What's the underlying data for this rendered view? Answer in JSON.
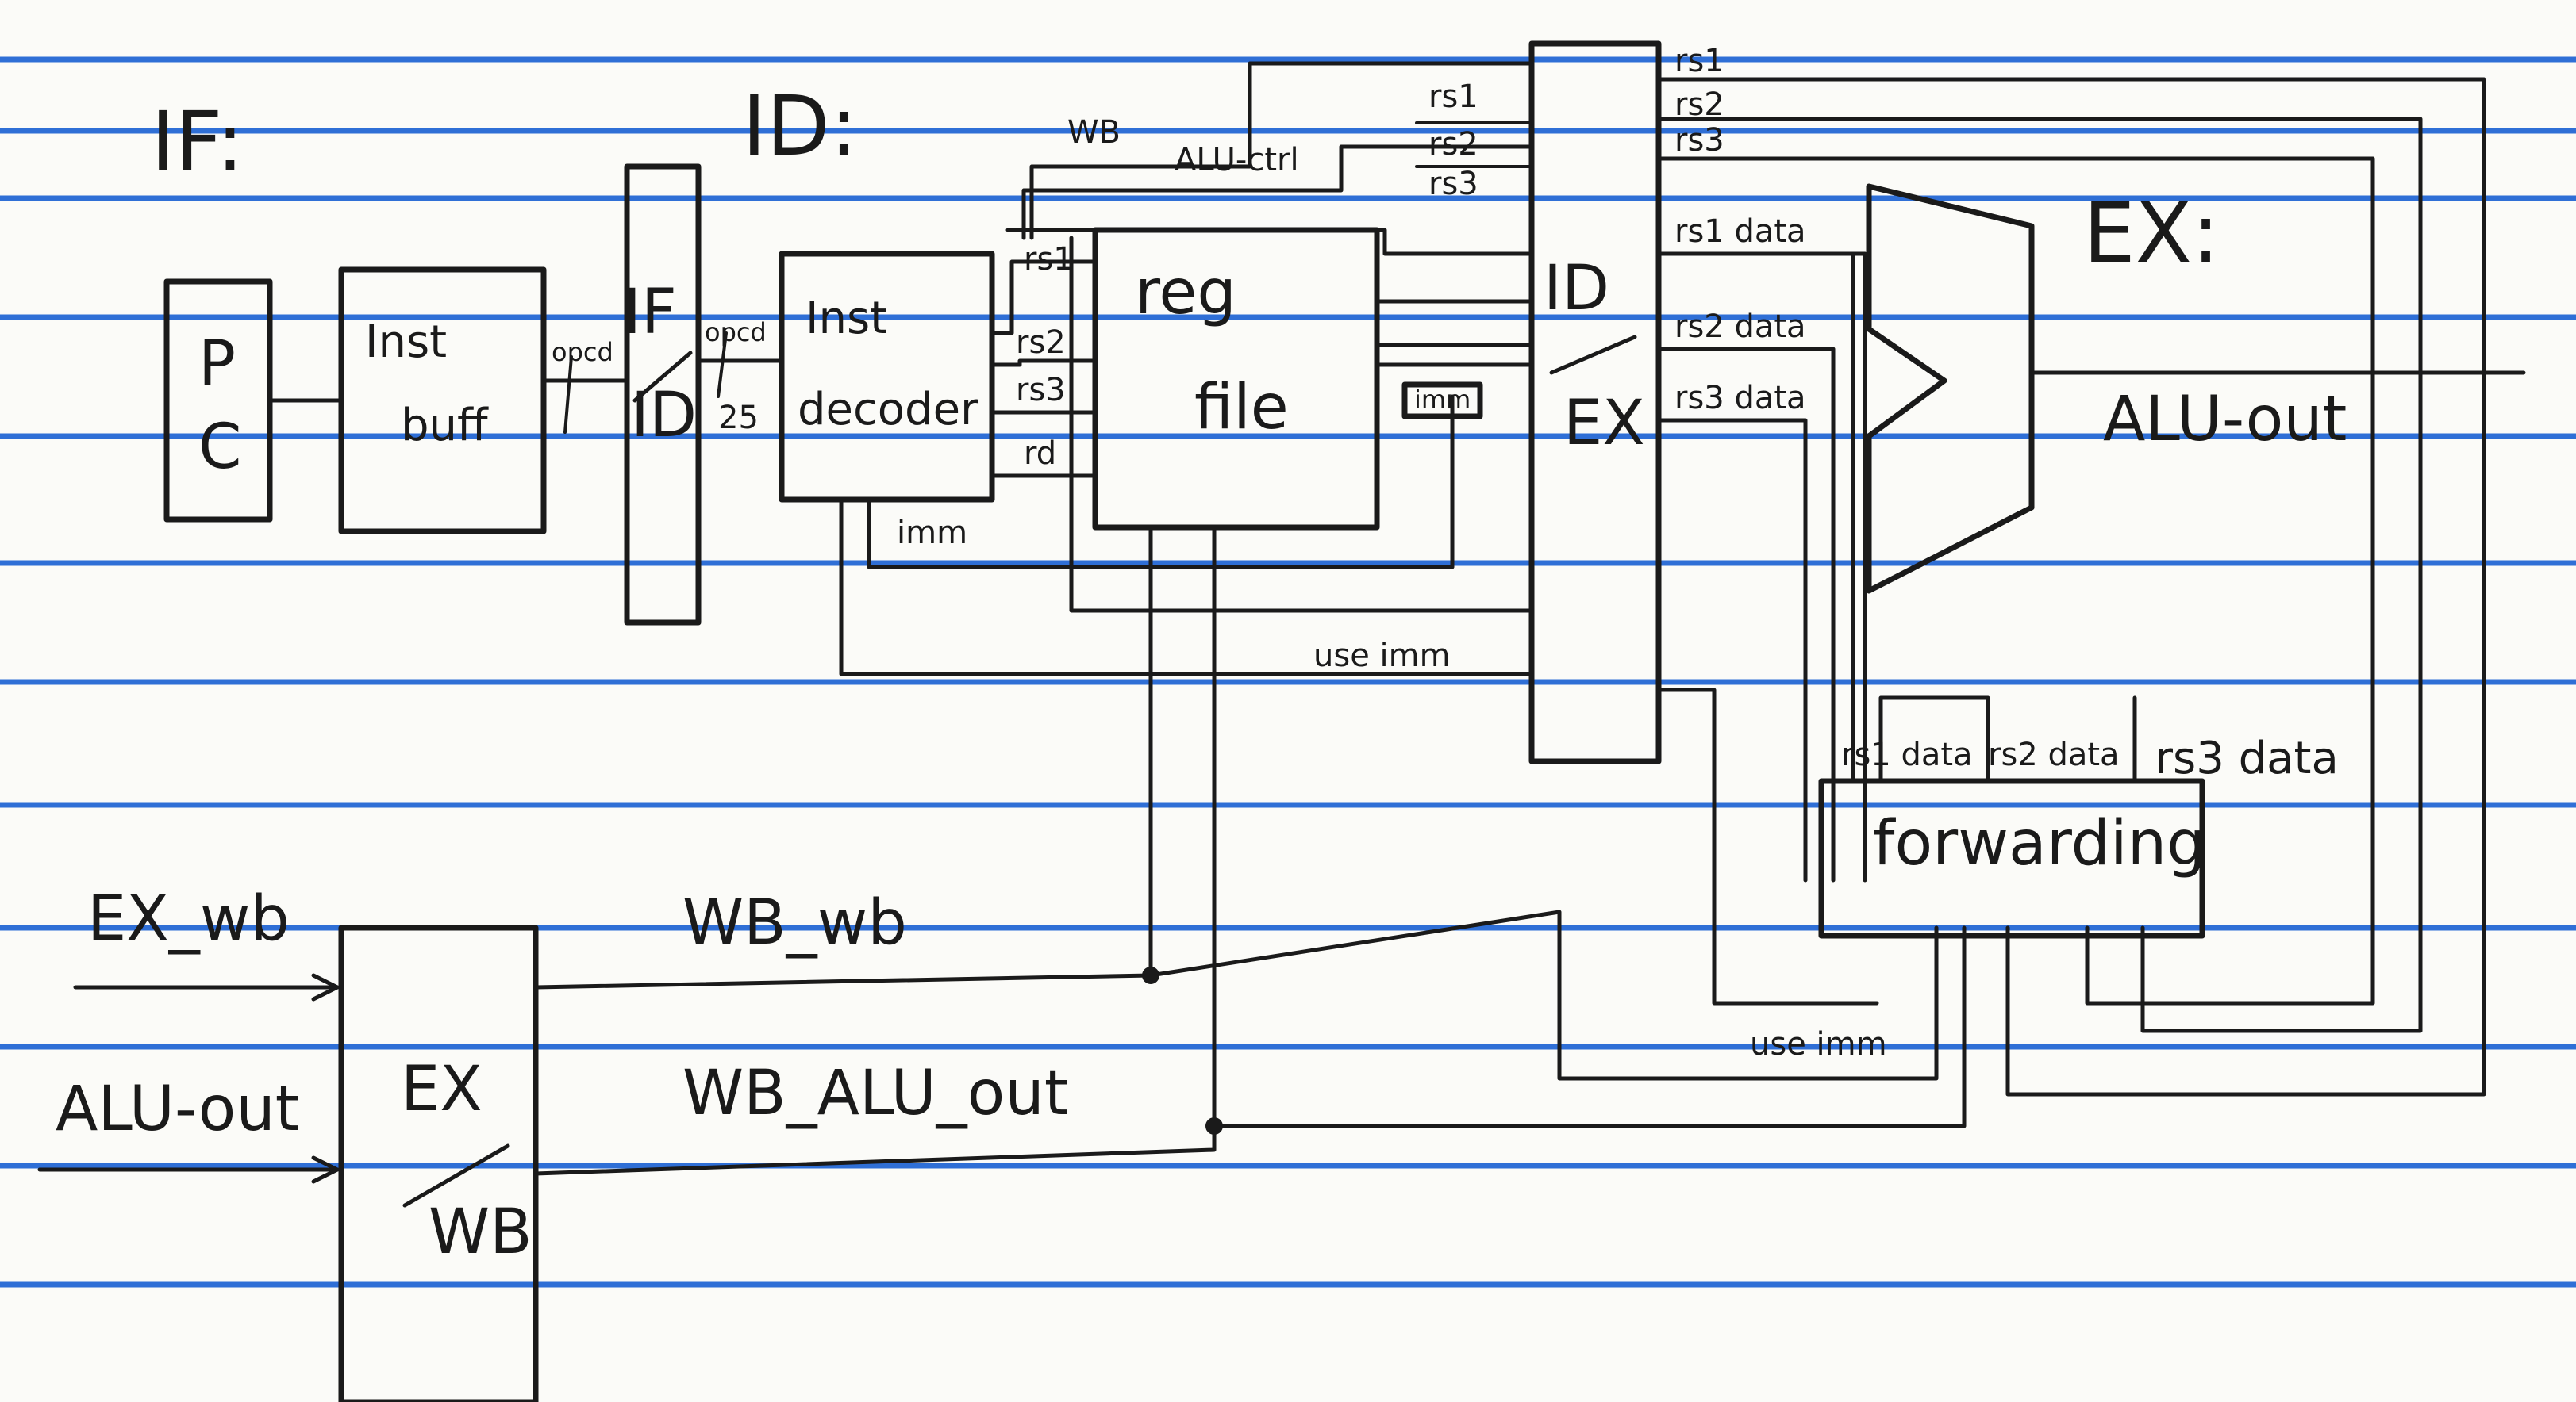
{
  "stages": {
    "if": "IF:",
    "id": "ID:",
    "ex": "EX:"
  },
  "blocks": {
    "pc_top": "P",
    "pc_bottom": "C",
    "inst_buff_top": "Inst",
    "inst_buff_bottom": "buff",
    "if_id_top": "IF",
    "if_id_bottom": "ID",
    "inst_decoder_top": "Inst",
    "inst_decoder_bottom": "decoder",
    "reg_file_top": "reg",
    "reg_file_bottom": "file",
    "id_ex_top": "ID",
    "id_ex_bottom": "EX",
    "forwarding": "forwarding",
    "ex_wb_top": "EX",
    "ex_wb_bottom": "WB"
  },
  "signals": {
    "opcd_1": "opcd",
    "opcd_2": "opcd",
    "bus_width": "25",
    "wb": "WB",
    "alu_ctrl": "ALU-ctrl",
    "dec_rs1": "rs1",
    "dec_rs2": "rs2",
    "dec_rs3": "rs3",
    "dec_rd": "rd",
    "imm": "imm",
    "imm_box": "imm",
    "use_imm_id": "use imm",
    "idex_rs1": "rs1",
    "idex_rs2": "rs2",
    "idex_rs3": "rs3",
    "ex_rs1": "rs1",
    "ex_rs2": "rs2",
    "ex_rs3": "rs3",
    "ex_rs1_data": "rs1 data",
    "ex_rs2_data": "rs2 data",
    "ex_rs3_data": "rs3 data",
    "alu_out_ex": "ALU-out",
    "fwd_rs1_data": "rs1 data",
    "fwd_rs2_data": "rs2 data",
    "fwd_rs3_data": "rs3 data",
    "ex_wb_in": "EX_wb",
    "alu_out_in": "ALU-out",
    "wb_wb": "WB_wb",
    "wb_alu_out": "WB_ALU_out",
    "use_imm_ex": "use imm"
  }
}
